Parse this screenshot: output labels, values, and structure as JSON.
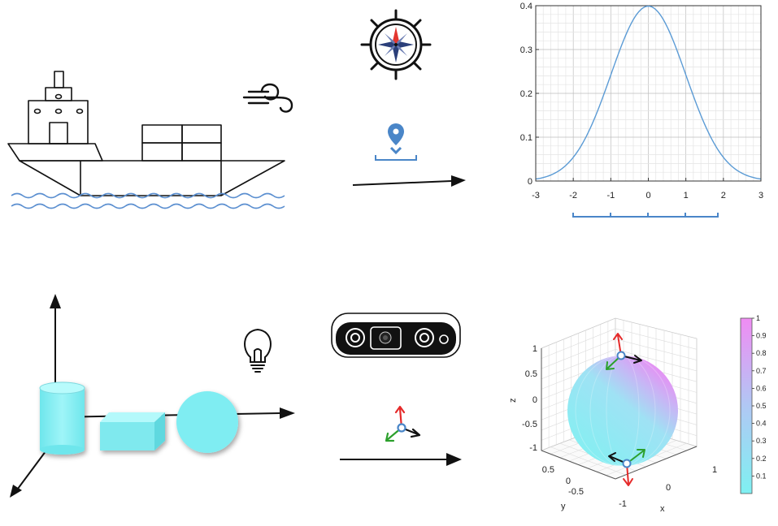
{
  "colors": {
    "line": "#111111",
    "water": "#5b8fd0",
    "curve": "#5b9bd5",
    "shape_fill": "#7fedf2",
    "marker_blue": "#4a86c8",
    "arrow_red": "#e52a2a",
    "arrow_green": "#2ca02c",
    "sphere_cyan": "#86eef2",
    "sphere_magenta": "#e58ef5"
  },
  "icons": {
    "wind": "wind-icon",
    "ship_wheel": "ship-wheel-compass-icon",
    "location": "location-pin-icon",
    "bulb": "lightbulb-icon",
    "camera": "depth-camera-icon",
    "frame": "coordinate-frame-icon"
  },
  "chart_data": [
    {
      "type": "line",
      "curve": "gaussian",
      "x": [
        -3,
        -2.5,
        -2,
        -1.5,
        -1,
        -0.5,
        0,
        0.5,
        1,
        1.5,
        2,
        2.5,
        3
      ],
      "y": [
        0.0044,
        0.0175,
        0.054,
        0.1295,
        0.242,
        0.352,
        0.3989,
        0.352,
        0.242,
        0.1295,
        0.054,
        0.0175,
        0.0044
      ],
      "xlim": [
        -3,
        3
      ],
      "ylim": [
        0,
        0.4
      ],
      "xticks": [
        "-3",
        "-2",
        "-1",
        "0",
        "1",
        "2",
        "3"
      ],
      "yticks": [
        "0",
        "0.1",
        "0.2",
        "0.3",
        "0.4"
      ],
      "grid": true,
      "bracket": "under -2 to 2"
    },
    {
      "type": "heatmap",
      "surface": "sphere",
      "zticks": [
        "1",
        "0.5",
        "0",
        "-0.5",
        "-1"
      ],
      "yticks": [
        "0.5",
        "0",
        "-0.5"
      ],
      "xticks": [
        "-1",
        "0",
        "1"
      ],
      "xlabel": "x",
      "ylabel": "y",
      "zlabel": "z",
      "colorbar_ticks": [
        "1",
        "0.9",
        "0.8",
        "0.7",
        "0.6",
        "0.5",
        "0.4",
        "0.3",
        "0.2",
        "0.1"
      ],
      "colorbar_range": [
        0,
        1
      ]
    }
  ]
}
